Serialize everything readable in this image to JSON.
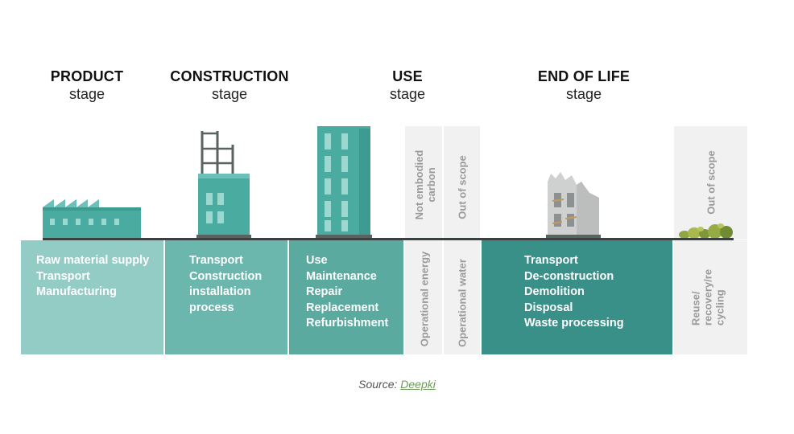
{
  "stages": [
    {
      "name": "PRODUCT",
      "sub": "stage"
    },
    {
      "name": "CONSTRUCTION",
      "sub": "stage"
    },
    {
      "name": "USE",
      "sub": "stage"
    },
    {
      "name": "END OF LIFE",
      "sub": "stage"
    }
  ],
  "panels": {
    "product": [
      "Raw material supply",
      "Transport",
      "Manufacturing"
    ],
    "construction": [
      "Transport",
      "Construction",
      "installation",
      "process"
    ],
    "use": [
      "Use",
      "Maintenance",
      "Repair",
      "Replacement",
      "Refurbishment"
    ],
    "end_of_life": [
      "Transport",
      "De-construction",
      "Demolition",
      "Disposal",
      "Waste processing"
    ]
  },
  "vertical_labels": {
    "not_embodied": [
      "Not embodied",
      "carbon"
    ],
    "out_of_scope_use": [
      "Out of scope"
    ],
    "operational_energy": [
      "Operational energy"
    ],
    "operational_water": [
      "Operational water"
    ],
    "out_of_scope_eol": [
      "Out of scope"
    ],
    "reuse": [
      "Reuse/",
      "recovery/re",
      "cycling"
    ]
  },
  "source": {
    "prefix": "Source:",
    "link_text": "Deepki"
  },
  "colors": {
    "product_panel": "#93cbc5",
    "construction_panel": "#6bb6ad",
    "use_panel": "#5aaaa0",
    "eol_panel": "#399089",
    "scope_bg": "#f1f1f1",
    "label_gray": "#9a9a9a",
    "ground": "#3a3f3f",
    "building_teal": "#4aaba1"
  }
}
